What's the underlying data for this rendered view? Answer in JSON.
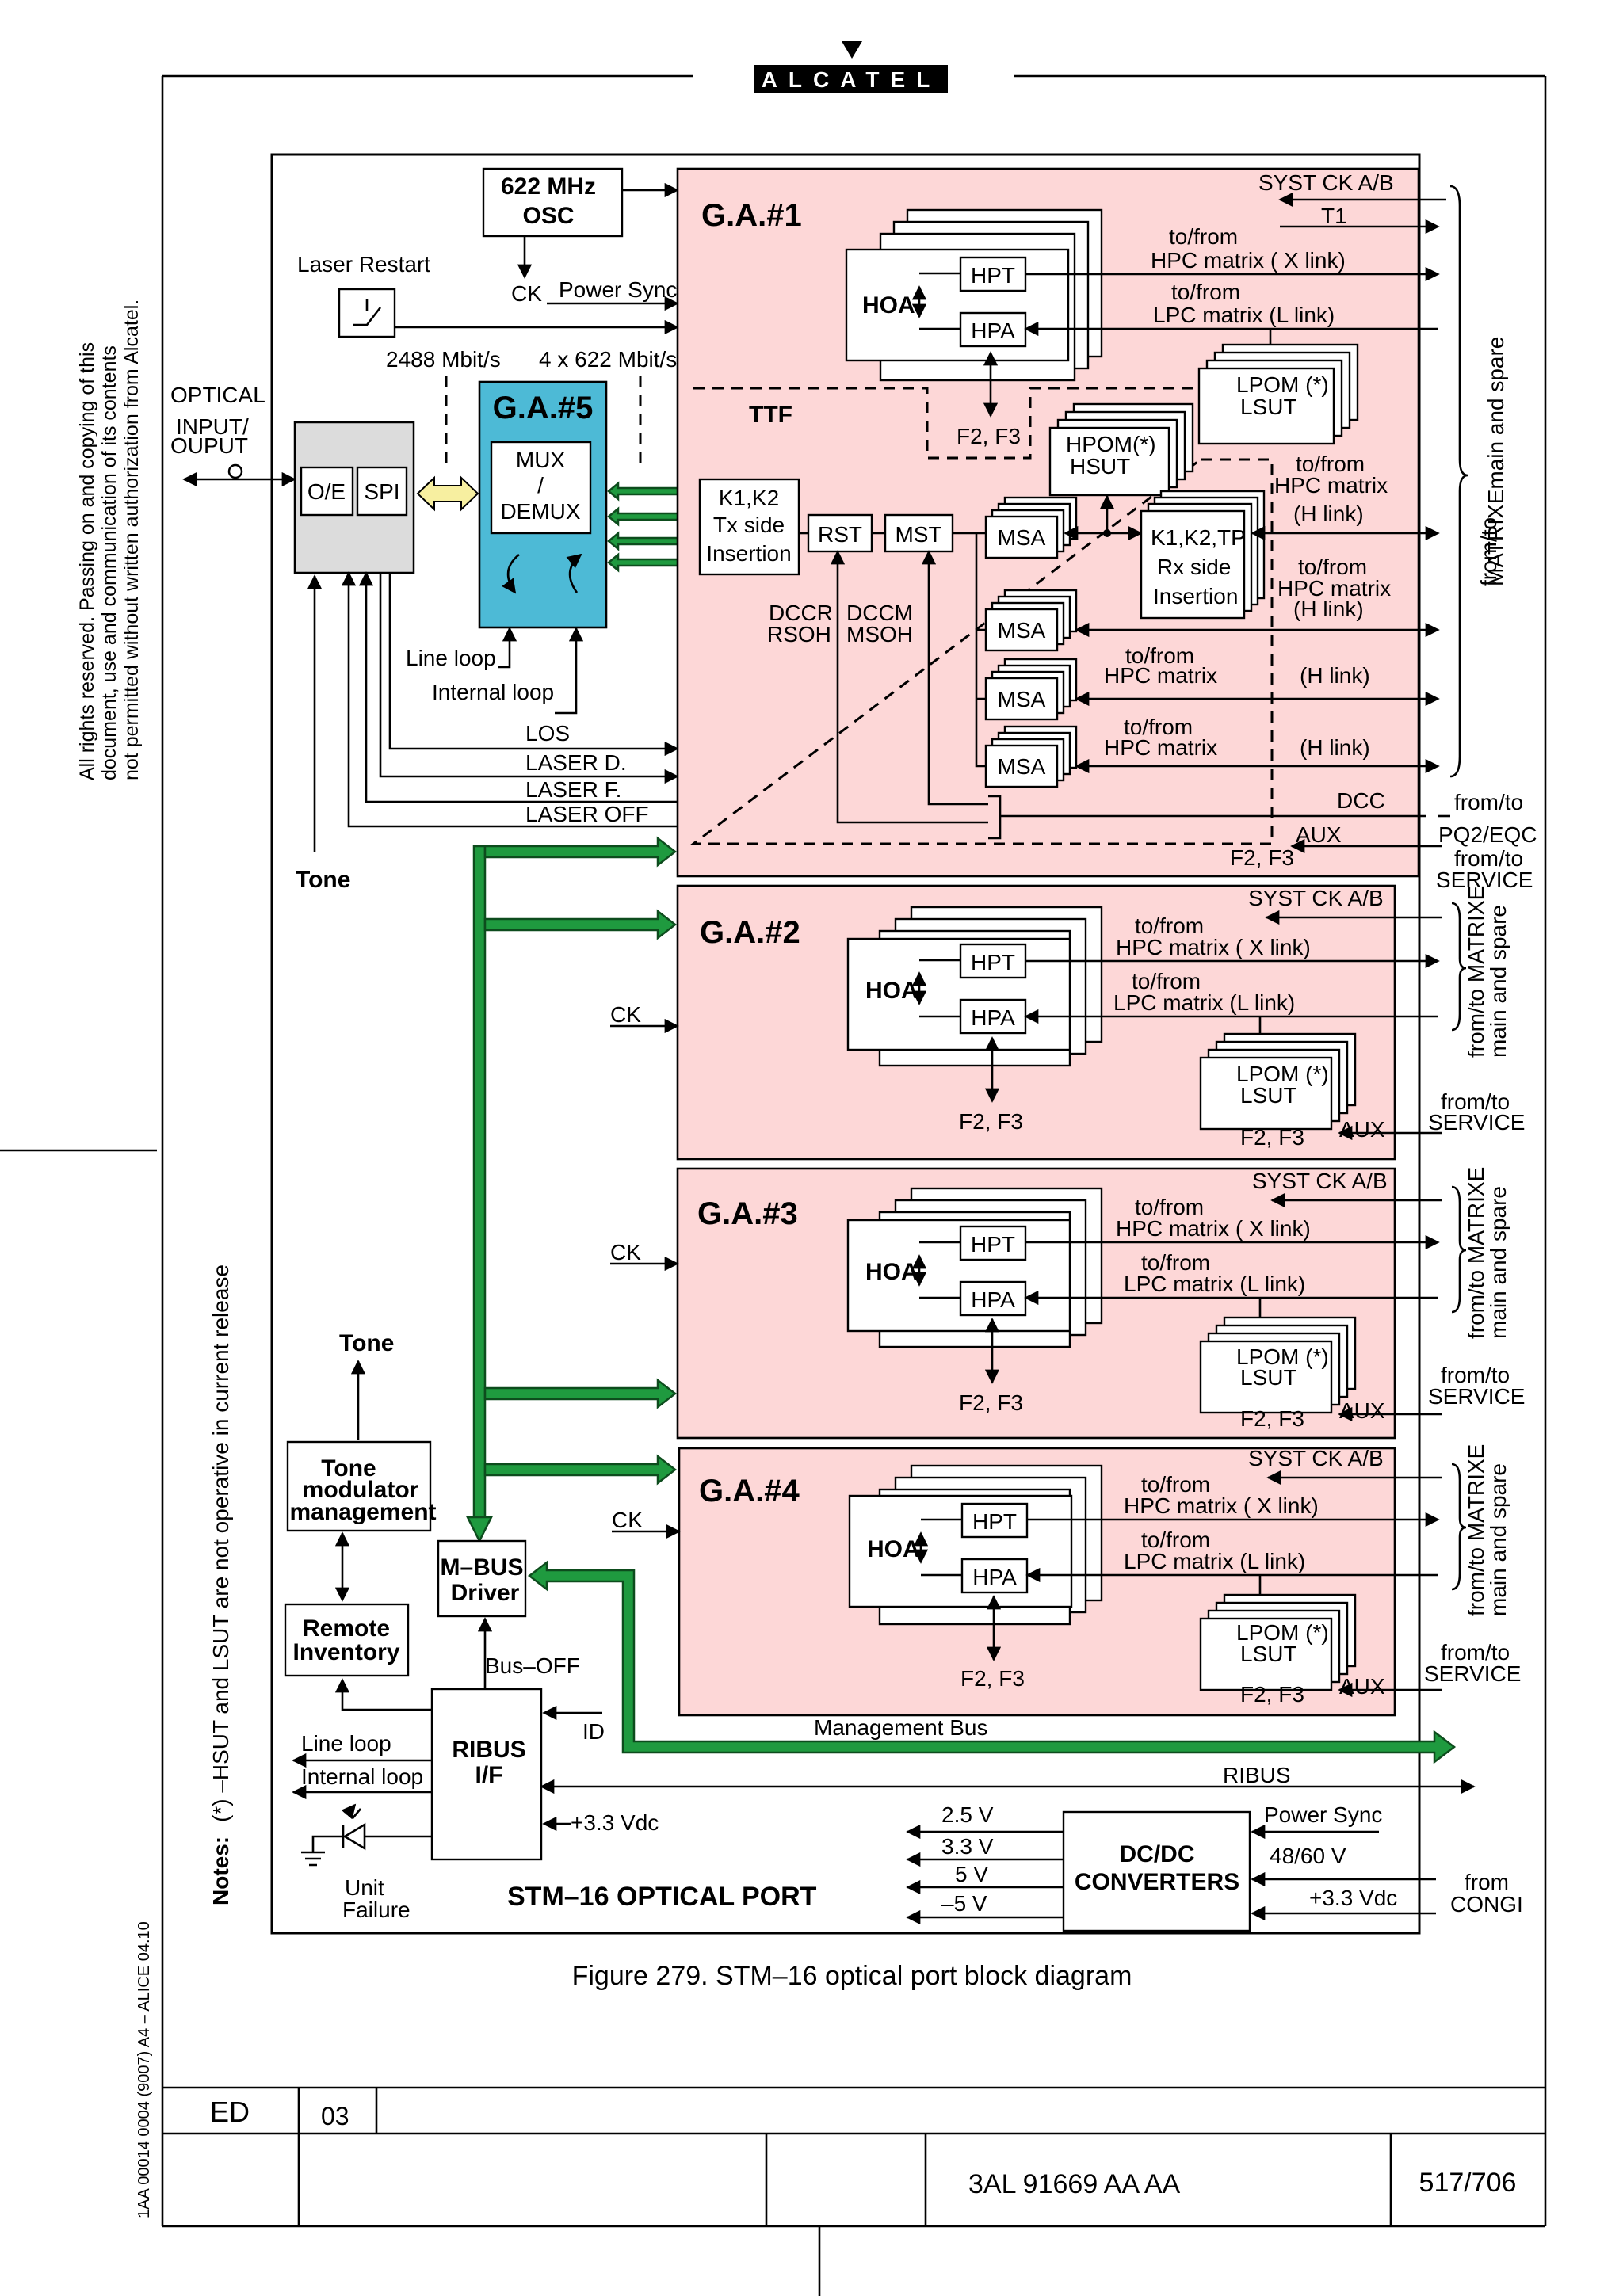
{
  "brand": {
    "logo_text": "ALCATEL"
  },
  "left_margin": {
    "rights_line1": "All rights reserved. Passing on and copying of this",
    "rights_line2": "document, use and communication of its contents",
    "rights_line3": "not permitted without written authorization from Alcatel.",
    "notes_label": "Notes:",
    "notes_text": "(*) –HSUT  and LSUT are not operative in current release",
    "form_code": "1AA 00014 0004 (9007) A4 – ALICE 04.10"
  },
  "top_left": {
    "osc_line1": "622 MHz",
    "osc_line2": "OSC",
    "ck": "CK",
    "power_sync": "Power Sync",
    "laser_restart": "Laser Restart",
    "rate1": "2488 Mbit/s",
    "rate2": "4 x 622 Mbit/s",
    "optical_line1": "OPTICAL",
    "optical_line2": "INPUT/",
    "optical_line3": "OUPUT",
    "oe": "O/E",
    "spi": "SPI",
    "ga5": "G.A.#5",
    "mux_line1": "MUX",
    "mux_line2": "/",
    "mux_line3": "DEMUX",
    "line_loop": "Line loop",
    "internal_loop": "Internal loop",
    "los": "LOS",
    "laser_d": "LASER D.",
    "laser_f": "LASER F.",
    "laser_off": "LASER OFF",
    "tone": "Tone"
  },
  "ga1": {
    "title": "G.A.#1",
    "syst_ck": "SYST CK  A/B",
    "t1": "T1",
    "hoa": "HOA",
    "hpt": "HPT",
    "hpa": "HPA",
    "hpc_x_1": "to/from",
    "hpc_x_2": "HPC matrix   ( X link)",
    "lpc_l_1": "to/from",
    "lpc_l_2": "LPC matrix     (L link)",
    "lpom_1": "LPOM (*)",
    "lpom_2": "LSUT",
    "f2f3": "F2, F3",
    "ttf": "TTF",
    "hpom_1": "HPOM(*)",
    "hpom_2": "HSUT",
    "k1_1": "K1,K2",
    "k1_2": "Tx side",
    "k1_3": "Insertion",
    "rst": "RST",
    "mst": "MST",
    "msa": "MSA",
    "rx_1": "K1,K2,TP",
    "rx_2": "Rx side",
    "rx_3": "Insertion",
    "dccr_1": "DCCR",
    "dccr_2": "RSOH",
    "dccm_1": "DCCM",
    "dccm_2": "MSOH",
    "h1_1": "to/from",
    "h1_2": "HPC matrix",
    "h1_3": "(H link)",
    "h2_1": "to/from",
    "h2_2": "HPC matrix",
    "h2_3": "(H link)",
    "h3_1": "to/from",
    "h3_2": "HPC matrix",
    "h3_3": "(H link)",
    "h4_1": "to/from",
    "h4_2": "HPC matrix",
    "h4_3": "(H link)",
    "dcc": "DCC",
    "aux": "AUX",
    "f2f3_bottom": "F2, F3",
    "from_to": "from/to",
    "pq2": "PQ2/EQC",
    "from_to_service_1": "from/to",
    "from_to_service_2": "SERVICE",
    "matrix_1": "from/to",
    "matrix_2": "MATRIXEmain and spare"
  },
  "ga2": {
    "title": "G.A.#2",
    "syst_ck": "SYST CK  A/B",
    "ck": "CK",
    "hoa": "HOA",
    "hpt": "HPT",
    "hpa": "HPA",
    "x_1": "to/from",
    "x_2": "HPC matrix   ( X link)",
    "l_1": "to/from",
    "l_2": "LPC matrix     (L link)",
    "lpom_1": "LPOM (*)",
    "lpom_2": "LSUT",
    "f2f3": "F2, F3",
    "f2f3_r": "F2, F3",
    "aux": "AUX",
    "service_1": "from/to",
    "service_2": "SERVICE",
    "matrix_1": "from/to  MATRIXE",
    "matrix_2": "main and spare"
  },
  "ga3": {
    "title": "G.A.#3",
    "syst_ck": "SYST CK  A/B",
    "ck": "CK",
    "hoa": "HOA",
    "hpt": "HPT",
    "hpa": "HPA",
    "x_1": "to/from",
    "x_2": "HPC matrix   ( X link)",
    "l_1": "to/from",
    "l_2": "LPC matrix  (L link)",
    "lpom_1": "LPOM (*)",
    "lpom_2": "LSUT",
    "f2f3": "F2, F3",
    "f2f3_r": "F2, F3",
    "aux": "AUX",
    "service_1": "from/to",
    "service_2": "SERVICE",
    "matrix_1": "from/to  MATRIXE",
    "matrix_2": "main and spare"
  },
  "ga4": {
    "title": "G.A.#4",
    "syst_ck": "SYST CK  A/B",
    "ck": "CK",
    "hoa": "HOA",
    "hpt": "HPT",
    "hpa": "HPA",
    "x_1": "to/from",
    "x_2": "HPC matrix  ( X link)",
    "l_1": "to/from",
    "l_2": "LPC matrix  (L link)",
    "lpom_1": "LPOM (*)",
    "lpom_2": "LSUT",
    "f2f3": "F2, F3",
    "f2f3_r": "F2, F3",
    "aux": "AUX",
    "service_1": "from/to",
    "service_2": "SERVICE",
    "matrix_1": "from/to  MATRIXE",
    "matrix_2": "main and spare"
  },
  "bottom": {
    "tone": "Tone",
    "tone_mod_1": "Tone",
    "tone_mod_2": "modulator",
    "tone_mod_3": "management",
    "remote_1": "Remote",
    "remote_2": "Inventory",
    "mbus_1": "M–BUS",
    "mbus_2": "Driver",
    "bus_off": "Bus–OFF",
    "id": "ID",
    "ribus_1": "RIBUS",
    "ribus_2": "I/F",
    "line_loop": "Line loop",
    "internal_loop": "Internal loop",
    "unit_1": "Unit",
    "unit_2": "Failure",
    "v33_left": "+3.3 Vdc",
    "mgmt_bus": "Management  Bus",
    "ribus": "RIBUS",
    "v25": "2.5 V",
    "v33": "3.3 V",
    "v5": "5 V",
    "vm5": "–5 V",
    "dcdc_1": "DC/DC",
    "dcdc_2": "CONVERTERS",
    "power_sync": "Power Sync",
    "v4860": "48/60 V",
    "v33_right": "+3.3 Vdc",
    "from": "from",
    "congi": "CONGI",
    "port_title": "STM–16 OPTICAL PORT"
  },
  "caption": "Figure 279. STM–16 optical port block diagram",
  "footer": {
    "ed_label": "ED",
    "ed_value": "03",
    "doc_number": "3AL 91669 AA  AA",
    "page": "517/706"
  }
}
